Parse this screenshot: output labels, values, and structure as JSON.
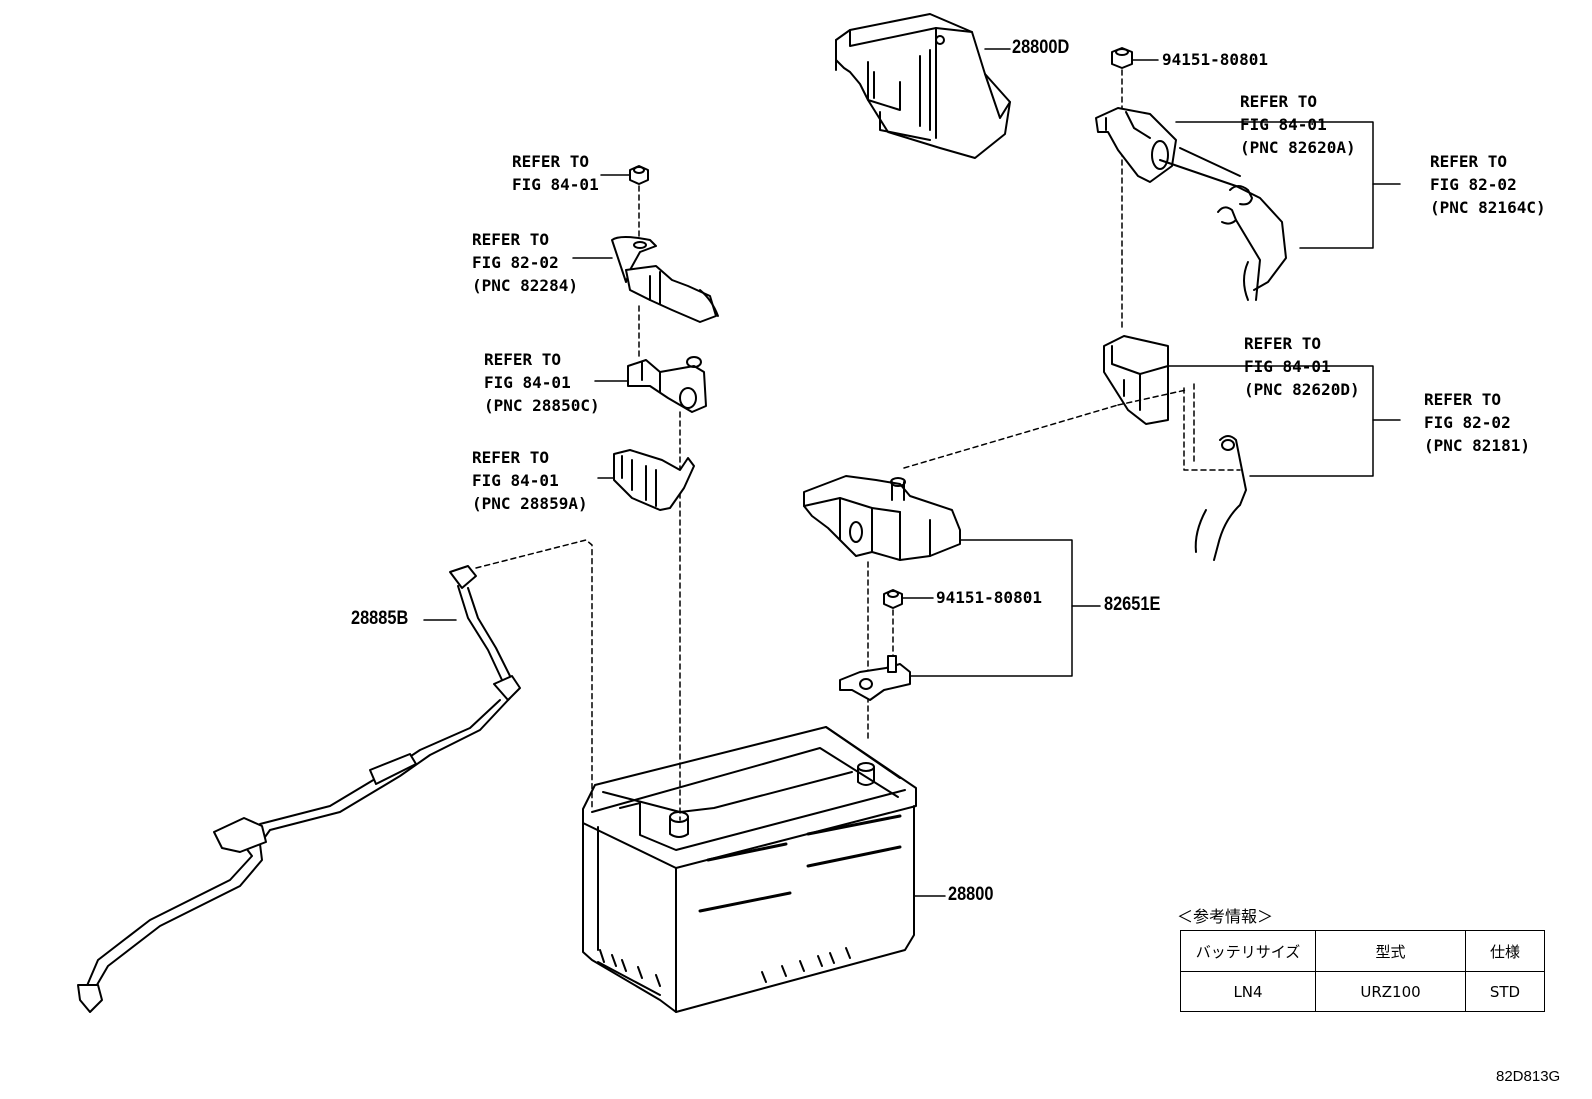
{
  "callouts": {
    "nut_left": [
      "REFER TO",
      "FIG 84-01"
    ],
    "cable_left": [
      "REFER TO",
      "FIG 82-02",
      "(PNC 82284)"
    ],
    "clamp_left": [
      "REFER TO",
      "FIG 84-01",
      "(PNC 28850C)"
    ],
    "cover_left": [
      "REFER TO",
      "FIG 84-01",
      "(PNC 28859A)"
    ],
    "bracket_top_right": [
      "REFER TO",
      "FIG 84-01",
      "(PNC 82620A)"
    ],
    "cable_top_right": [
      "REFER TO",
      "FIG 82-02",
      "(PNC 82164C)"
    ],
    "box_right": [
      "REFER TO",
      "FIG 84-01",
      "(PNC 82620D)"
    ],
    "cable_right": [
      "REFER TO",
      "FIG 82-02",
      "(PNC 82181)"
    ]
  },
  "part_numbers": {
    "cover_top": "28800D",
    "nut_top": "94151-80801",
    "nut_middle": "94151-80801",
    "terminal_assy": "82651E",
    "sensor_cable": "28885B",
    "battery": "28800"
  },
  "info_table": {
    "caption": "＜参考情報＞",
    "headers": [
      "バッテリサイズ",
      "型式",
      "仕様"
    ],
    "row": [
      "LN4",
      "URZ100",
      "STD"
    ]
  },
  "figure_code": "82D813G"
}
